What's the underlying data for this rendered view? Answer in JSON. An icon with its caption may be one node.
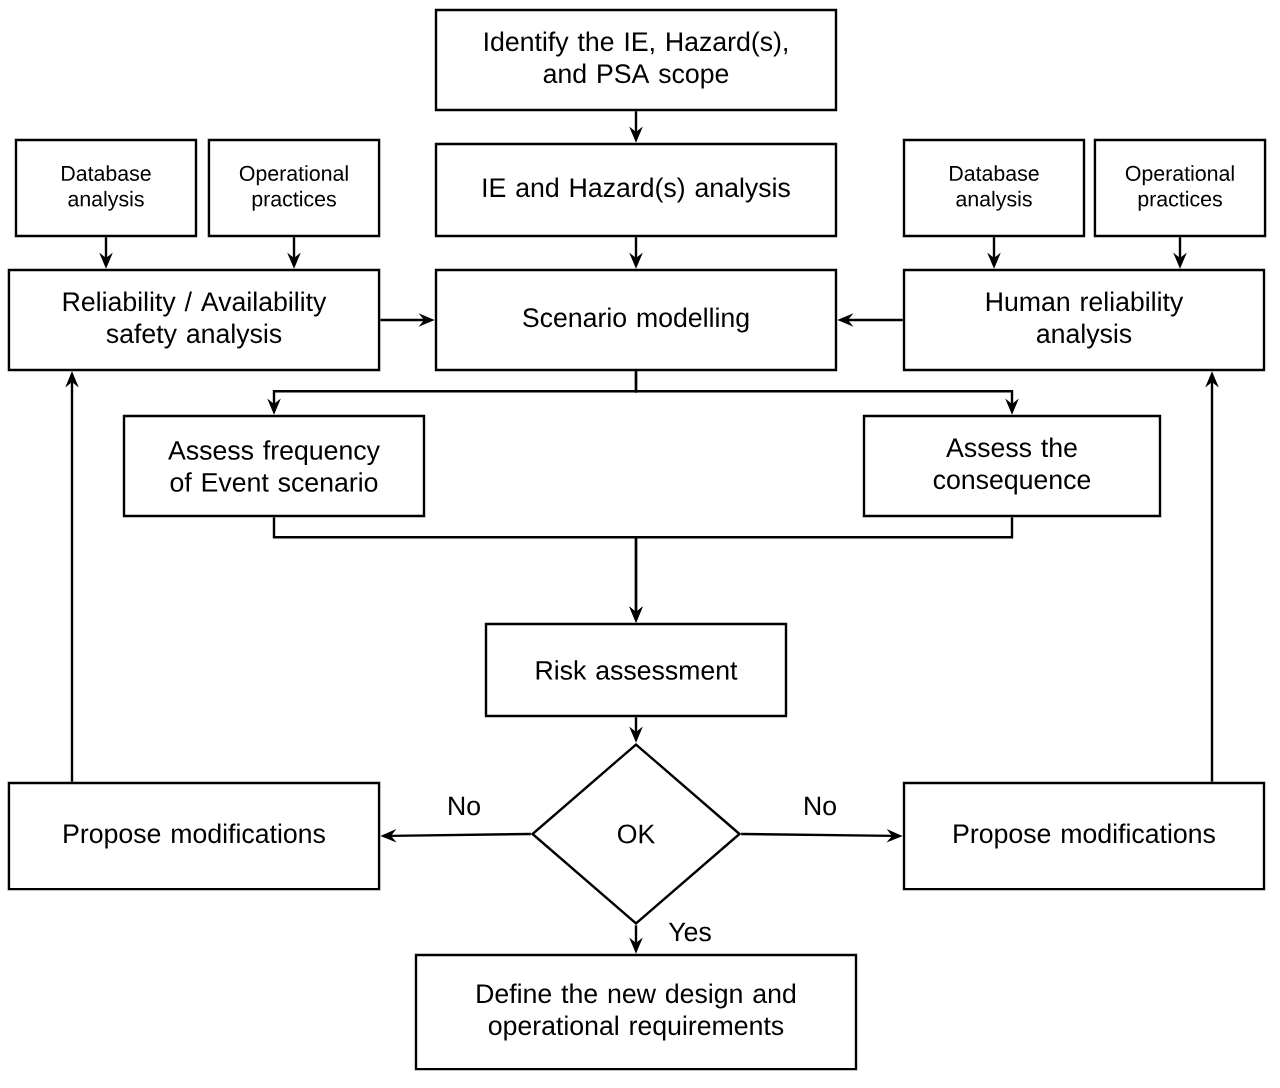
{
  "diagram": {
    "nodes": [
      {
        "text": [
          "Identify the IE, Hazard(s), and PSA scope"
        ]
      },
      {
        "text": [
          "IE and Hazard(s) analysis"
        ]
      },
      {
        "text": [
          "Database analysis"
        ]
      },
      {
        "text": [
          "Operational practices"
        ]
      },
      {
        "text": [
          "Reliability / Availability safety analysis"
        ]
      },
      {
        "text": [
          "Scenario modelling"
        ]
      },
      {
        "text": [
          "Database analysis"
        ]
      },
      {
        "text": [
          "Operational practices"
        ]
      },
      {
        "text": [
          "Human reliability analysis"
        ]
      },
      {
        "text": [
          "Assess frequency of Event scenario"
        ]
      },
      {
        "text": [
          "Assess the consequence"
        ]
      },
      {
        "text": [
          "Risk assessment"
        ]
      },
      {
        "text": [
          "OK"
        ]
      },
      {
        "text": [
          "Propose modifications"
        ]
      },
      {
        "text": [
          "Propose modifications"
        ]
      },
      {
        "text": [
          "Define the new design and operational requirements"
        ]
      }
    ],
    "edges": [
      {
        "from": 0,
        "to": 1,
        "arrow": "to"
      },
      {
        "from": 1,
        "to": 5,
        "arrow": "to"
      },
      {
        "from": 2,
        "to": 4,
        "arrow": "to"
      },
      {
        "from": 3,
        "to": 4,
        "arrow": "to"
      },
      {
        "from": 6,
        "to": 8,
        "arrow": "to"
      },
      {
        "from": 7,
        "to": 8,
        "arrow": "to"
      },
      {
        "from": 4,
        "to": 5,
        "arrow": "to"
      },
      {
        "from": 8,
        "to": 5,
        "arrow": "to"
      },
      {
        "from": 5,
        "to": 9,
        "arrow": "to"
      },
      {
        "from": 5,
        "to": 10,
        "arrow": "to"
      },
      {
        "from": 9,
        "to": 11,
        "arrow": "to"
      },
      {
        "from": 10,
        "to": 11,
        "arrow": "to"
      },
      {
        "from": 11,
        "to": 12,
        "arrow": "to"
      },
      {
        "from": 12,
        "to": 13,
        "arrow": "to",
        "label": "No"
      },
      {
        "from": 12,
        "to": 14,
        "arrow": "to",
        "label": "No"
      },
      {
        "from": 12,
        "to": 15,
        "arrow": "to",
        "label": "Yes"
      },
      {
        "from": 13,
        "to": 4,
        "arrow": "to"
      },
      {
        "from": 14,
        "to": 8,
        "arrow": "to"
      }
    ]
  }
}
